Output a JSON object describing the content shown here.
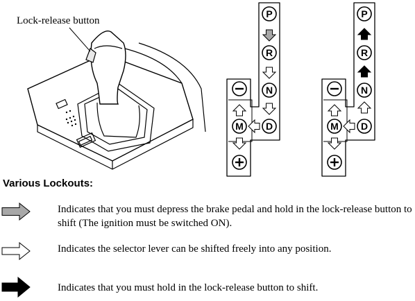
{
  "illustration": {
    "callout_label": "Lock-release button",
    "icons": [
      "shift-lever-icon",
      "shift-pattern-diagram"
    ]
  },
  "shift_pattern": {
    "positions": [
      "P",
      "R",
      "N",
      "D",
      "M",
      "−",
      "+"
    ]
  },
  "section": {
    "heading": "Various Lockouts:"
  },
  "legend": [
    {
      "arrow": "gray-arrow-icon",
      "color": "#a8a8a8",
      "text": "Indicates that you must depress the brake pedal and hold in the lock-release button to shift (The ignition must be switched ON)."
    },
    {
      "arrow": "white-arrow-icon",
      "color": "#ffffff",
      "text": "Indicates the selector lever can be shifted freely into any position."
    },
    {
      "arrow": "black-arrow-icon",
      "color": "#000000",
      "text": "Indicates that you must hold in the lock-release button to shift."
    }
  ]
}
